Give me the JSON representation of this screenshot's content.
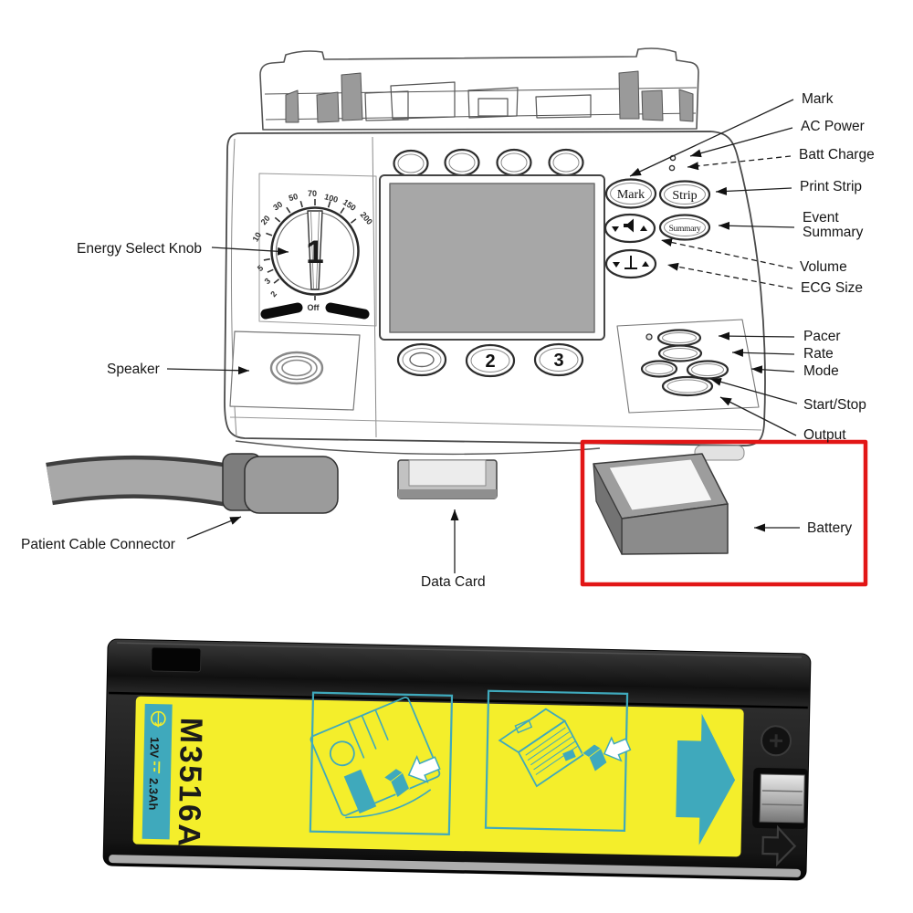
{
  "diagram": {
    "highlight_color": "#e21616",
    "labels": {
      "left": {
        "energy_select_knob": "Energy Select Knob",
        "speaker": "Speaker",
        "patient_cable_connector": "Patient Cable Connector",
        "data_card": "Data Card"
      },
      "right": {
        "mark": "Mark",
        "ac_power": "AC Power",
        "batt_charge": "Batt Charge",
        "print_strip": "Print Strip",
        "event_summary": [
          "Event",
          "Summary"
        ],
        "volume": "Volume",
        "ecg_size": "ECG Size",
        "pacer": "Pacer",
        "rate": "Rate",
        "mode": "Mode",
        "start_stop": "Start/Stop",
        "output": "Output",
        "battery": "Battery"
      }
    },
    "device": {
      "buttons": {
        "mark": "Mark",
        "strip": "Strip",
        "summary": "Summary",
        "key_2": "2",
        "key_3": "3"
      },
      "energy_knob": {
        "pointer": "1",
        "off_label": "Off",
        "scale": [
          "2",
          "3",
          "5",
          "10",
          "20",
          "30",
          "50",
          "70",
          "100",
          "150",
          "200"
        ]
      }
    }
  },
  "battery": {
    "model": "M3516A",
    "voltage": "12V",
    "capacity": "2.3Ah",
    "label_bg": "#f4ee2b",
    "print_color": "#3fa9bc"
  }
}
